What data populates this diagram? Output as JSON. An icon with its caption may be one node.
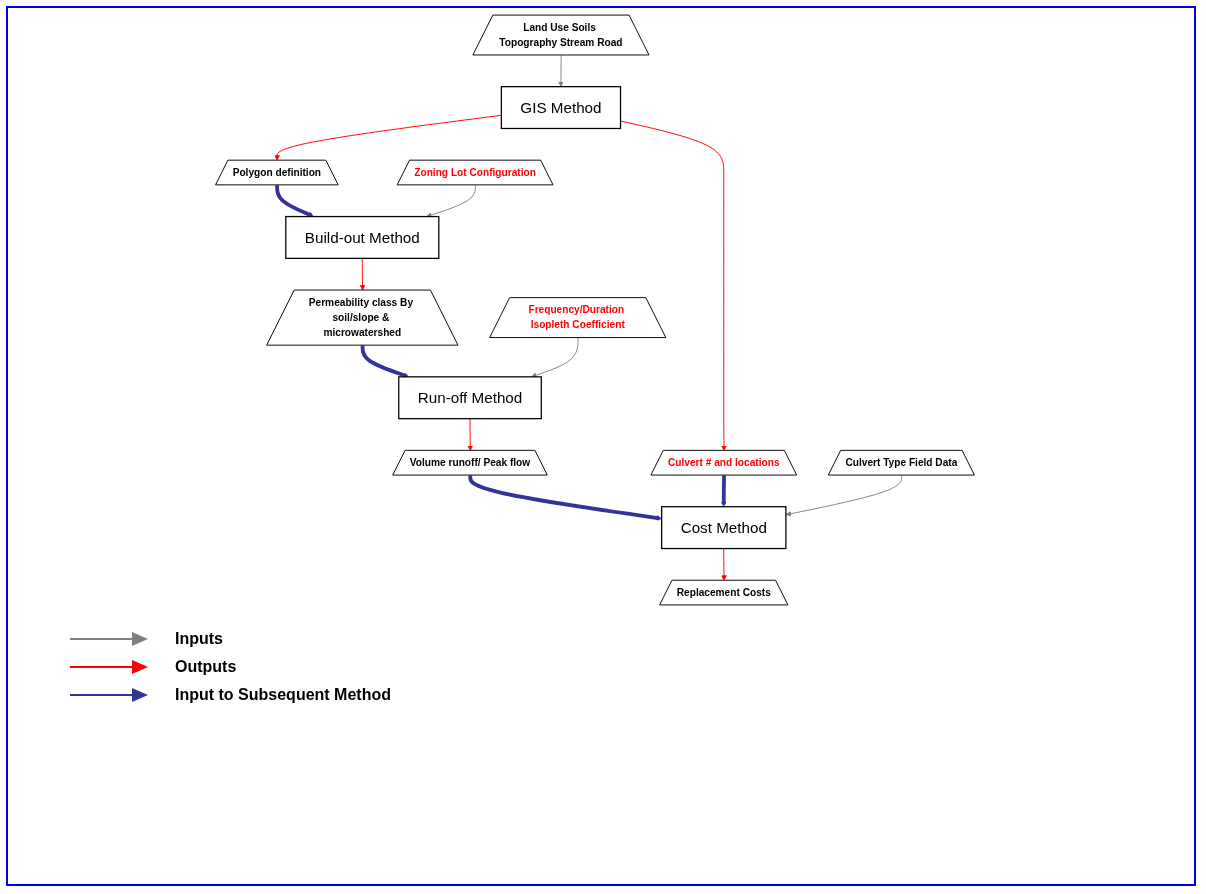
{
  "diagram": {
    "nodes": [
      {
        "text": [
          "Land Use Soils Topography Stream Road"
        ]
      },
      {
        "text": [
          "GIS Method"
        ]
      },
      {
        "text": [
          "Culvert # and locations"
        ]
      },
      {
        "text": [
          "Polygon definition"
        ]
      },
      {
        "text": [
          "Zoning Lot Configuration"
        ]
      },
      {
        "text": [
          "Build-out Method"
        ]
      },
      {
        "text": [
          "Permeability class By soil/slope & microwatershed"
        ]
      },
      {
        "text": [
          "Frequency/Duration Isopleth Coefficient"
        ]
      },
      {
        "text": [
          "Run-off Method"
        ]
      },
      {
        "text": [
          "Volume runoff/ Peak flow"
        ]
      },
      {
        "text": [
          "Culvert Type Field Data"
        ]
      },
      {
        "text": [
          "Cost Method"
        ]
      },
      {
        "text": [
          "Replacement Costs"
        ]
      }
    ],
    "edges": [
      {
        "from": 0,
        "to": 1,
        "arrow": "to",
        "color": "#808080"
      },
      {
        "from": 1,
        "to": 2,
        "arrow": "to",
        "color": "#ff0000"
      },
      {
        "from": 1,
        "to": 3,
        "arrow": "to",
        "color": "#ff0000"
      },
      {
        "from": 3,
        "to": 5,
        "arrow": "to",
        "style": "thick",
        "color": "#333399"
      },
      {
        "from": 4,
        "to": 5,
        "arrow": "to",
        "color": "#808080"
      },
      {
        "from": 5,
        "to": 6,
        "arrow": "to",
        "color": "#ff0000"
      },
      {
        "from": 6,
        "to": 8,
        "arrow": "to",
        "style": "thick",
        "color": "#333399"
      },
      {
        "from": 7,
        "to": 8,
        "arrow": "to",
        "color": "#808080"
      },
      {
        "from": 8,
        "to": 9,
        "arrow": "to",
        "color": "#ff0000"
      },
      {
        "from": 9,
        "to": 11,
        "arrow": "to",
        "style": "thick",
        "color": "#333399"
      },
      {
        "from": 2,
        "to": 11,
        "arrow": "to",
        "style": "thick",
        "color": "#333399"
      },
      {
        "from": 10,
        "to": 11,
        "arrow": "to",
        "color": "#808080"
      },
      {
        "from": 11,
        "to": 12,
        "arrow": "to",
        "color": "#ff0000"
      }
    ],
    "legend": [
      {
        "text": "Inputs",
        "color": "#808080"
      },
      {
        "text": "Outputs",
        "color": "#ff0000"
      },
      {
        "text": "Input to Subsequent Method",
        "color": "#333399"
      }
    ]
  }
}
